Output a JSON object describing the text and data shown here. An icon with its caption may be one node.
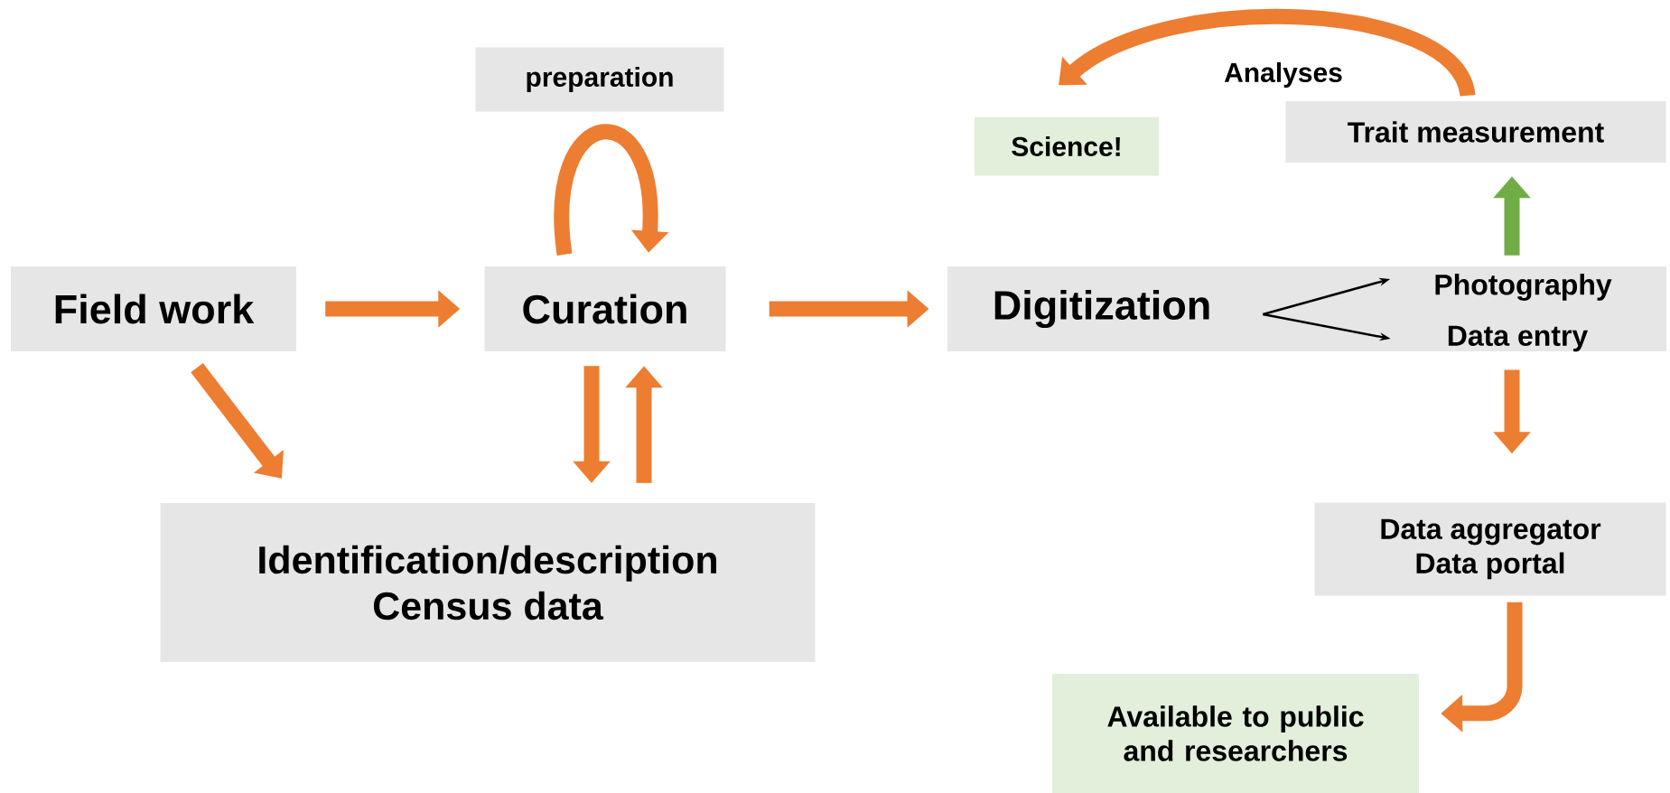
{
  "diagram": {
    "nodes": [
      {
        "text": [
          "preparation"
        ]
      },
      {
        "text": [
          "Science!"
        ]
      },
      {
        "text": [
          "Trait measurement"
        ]
      },
      {
        "text": [
          "Field work"
        ]
      },
      {
        "text": [
          "Curation"
        ]
      },
      {
        "text": [
          "Digitization"
        ]
      },
      {
        "text": [
          "Photography"
        ]
      },
      {
        "text": [
          "Data entry"
        ]
      },
      {
        "text": [
          "Identification/description",
          "Census data"
        ]
      },
      {
        "text": [
          "Data aggregator",
          "Data portal"
        ]
      },
      {
        "text": [
          "Available to public and researchers"
        ]
      }
    ],
    "edges": [
      {
        "from": 3,
        "to": 4,
        "arrow": "to"
      },
      {
        "from": 3,
        "to": 8,
        "arrow": "to"
      },
      {
        "from": 4,
        "to": 8,
        "arrow": "to"
      },
      {
        "from": 8,
        "to": 4,
        "arrow": "to"
      },
      {
        "from": 4,
        "to": 4,
        "arrow": "to"
      },
      {
        "from": 4,
        "to": 5,
        "arrow": "to"
      },
      {
        "from": 5,
        "to": 6,
        "arrow": "to",
        "color": "#000000"
      },
      {
        "from": 5,
        "to": 7,
        "arrow": "to",
        "color": "#000000"
      },
      {
        "from": 7,
        "to": 9,
        "arrow": "to"
      },
      {
        "from": 6,
        "to": 2,
        "arrow": "to",
        "color": "#70ad47"
      },
      {
        "from": 2,
        "to": 1,
        "arrow": "to",
        "label": "Analyses"
      },
      {
        "from": 9,
        "to": 10,
        "arrow": "to"
      }
    ]
  }
}
